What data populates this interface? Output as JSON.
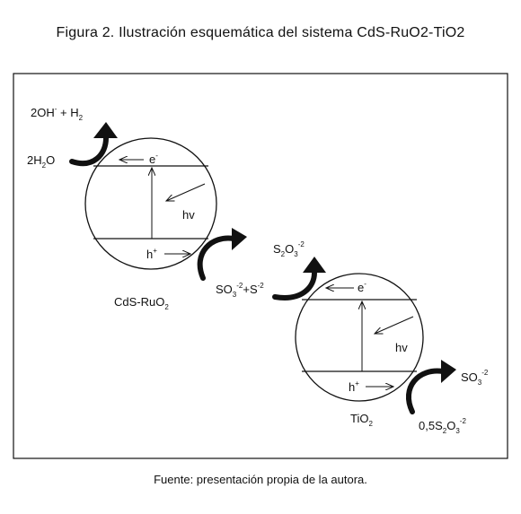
{
  "figure": {
    "title": "Figura 2. Ilustración esquemática del sistema CdS-RuO2-TiO2",
    "source": "Fuente: presentación propia de la autora."
  },
  "reaction_top": {
    "product_main": "2OH",
    "product_charge": "-",
    "product_plus": " + H",
    "product_sub": "2",
    "reactant_main": "2H",
    "reactant_sub": "2",
    "reactant_end": "O"
  },
  "particle_cds": {
    "label_main": "CdS-RuO",
    "label_sub": "2",
    "electron": "e",
    "electron_charge": "-",
    "hole": "h",
    "hole_charge": "+",
    "photon": "hv"
  },
  "reaction_middle": {
    "reactant_main": "SO",
    "reactant_sub": "3",
    "reactant_charge": "-2",
    "reactant_plus": "+S",
    "reactant_charge2": "-2",
    "product_main": "S",
    "product_sub1": "2",
    "product_o": "O",
    "product_sub2": "3",
    "product_charge": "-2"
  },
  "particle_tio2": {
    "label_main": "TiO",
    "label_sub": "2",
    "electron": "e",
    "electron_charge": "-",
    "hole": "h",
    "hole_charge": "+",
    "photon": "hv"
  },
  "reaction_bottom": {
    "product_main": "SO",
    "product_sub": "3",
    "product_charge": "-2",
    "reactant_main": "0,5S",
    "reactant_sub1": "2",
    "reactant_o": "O",
    "reactant_sub2": "3",
    "reactant_charge": "-2"
  }
}
